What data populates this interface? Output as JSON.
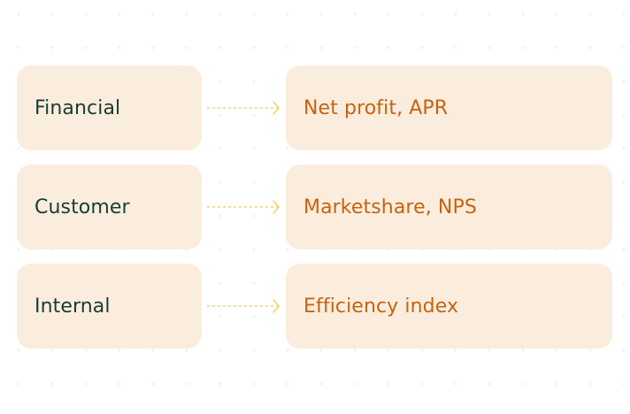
{
  "diagram": {
    "rows": [
      {
        "category": "Financial",
        "metric": "Net profit, APR"
      },
      {
        "category": "Customer",
        "metric": "Marketshare, NPS"
      },
      {
        "category": "Internal",
        "metric": "Efficiency index"
      }
    ]
  },
  "colors": {
    "box_fill": "#fbeddd",
    "category_text": "#173d33",
    "metric_text": "#c8620f",
    "arrow": "#f2d46b"
  }
}
